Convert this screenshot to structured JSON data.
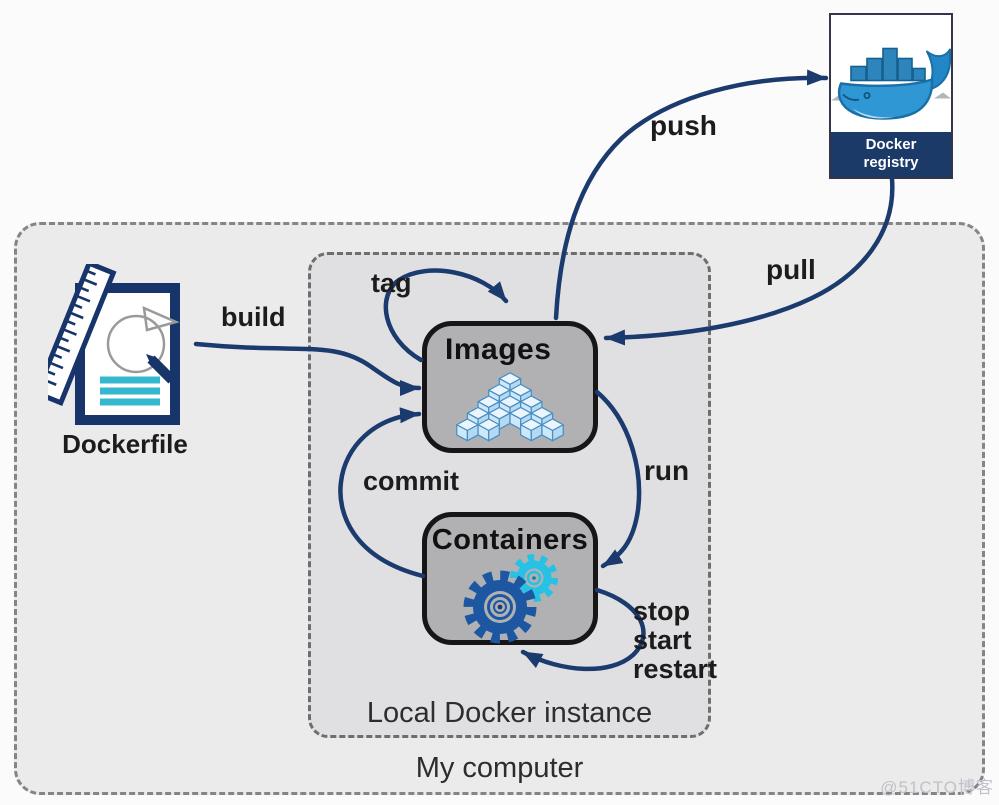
{
  "diagram": {
    "outer_group": {
      "label": "My computer"
    },
    "inner_group": {
      "label": "Local Docker instance"
    },
    "nodes": {
      "dockerfile": {
        "label": "Dockerfile"
      },
      "images": {
        "label": "Images"
      },
      "containers": {
        "label": "Containers"
      },
      "registry": {
        "line1": "Docker",
        "line2": "registry"
      }
    },
    "edges": {
      "build": "build",
      "tag": "tag",
      "push": "push",
      "pull": "pull",
      "run": "run",
      "commit": "commit",
      "stop_start_restart": [
        "stop",
        "start",
        "restart"
      ]
    }
  },
  "watermark": "@51CTO博客",
  "icons": {
    "dockerfile": "dockerfile-document-icon",
    "registry": "docker-whale-icon",
    "images": "image-layer-cubes-icon",
    "containers": "gears-icon"
  },
  "colors": {
    "arrow": "#1b3a6d",
    "registry_band": "#1c3a68",
    "docker_blue": "#2f97d3",
    "gear_blue": "#1d57a2",
    "gear_cyan": "#27c1e6",
    "cube_fill": "#cde8fa",
    "node_bg": "#b1b1b3",
    "outer_bg": "#ebebec",
    "inner_bg": "#e0e0e2"
  }
}
